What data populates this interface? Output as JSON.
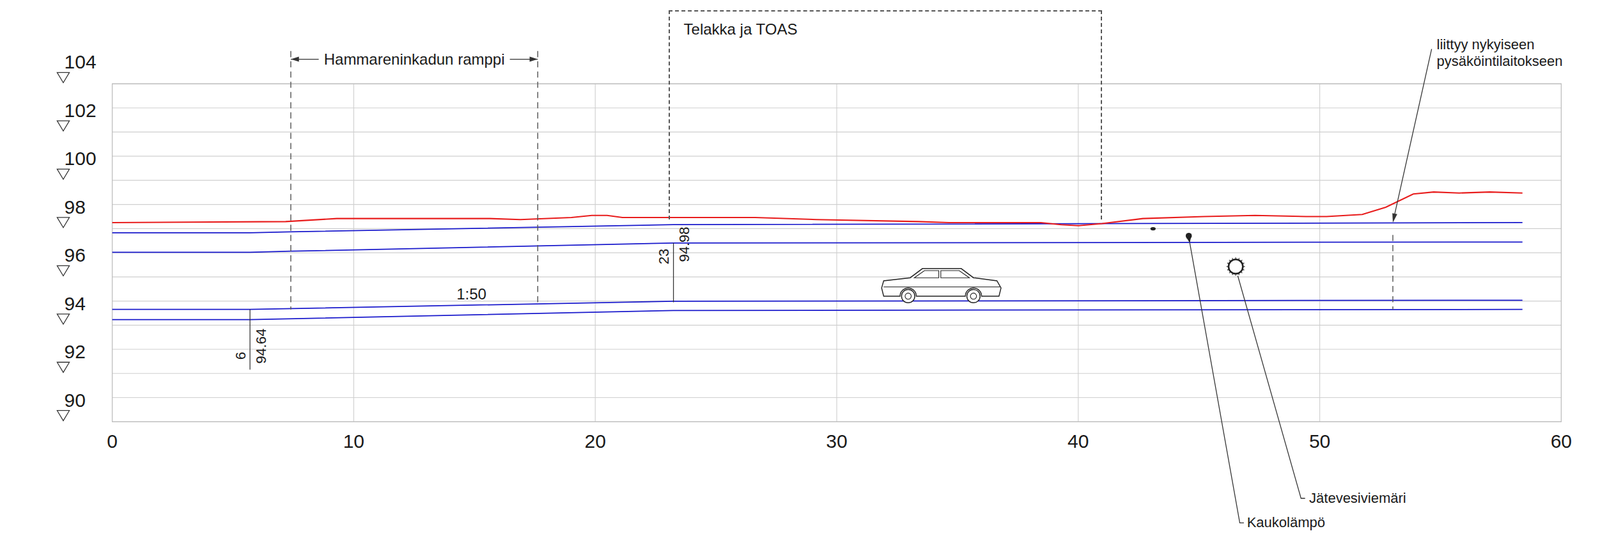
{
  "diagram": {
    "nodes": [
      {
        "text": [
          "Telakka ja TOAS"
        ]
      }
    ],
    "labels": [
      "104",
      "102",
      "100",
      "98",
      "96",
      "94",
      "92",
      "90",
      "0",
      "10",
      "20",
      "30",
      "40",
      "50",
      "60",
      "Hammareninkadun ramppi",
      "1:50",
      "23",
      "94.98",
      "6",
      "94.64",
      "liittyy nykyiseen pysäköintilaitokseen",
      "Jätevesiviemäri",
      "Kaukolämpö"
    ]
  }
}
